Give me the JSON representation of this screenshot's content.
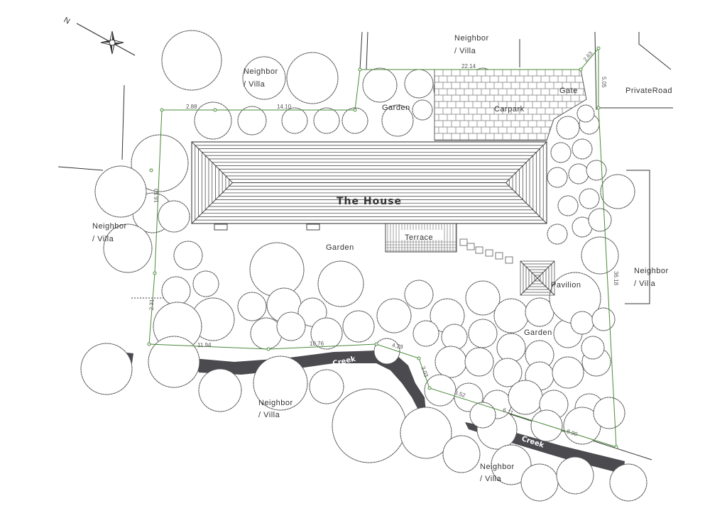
{
  "labels": {
    "house": "The House",
    "terrace": "Terrace",
    "pavilion": "Pavilion",
    "carpark": "Carpark",
    "gate": "Gate",
    "private_road": "PrivateRoad",
    "garden_north": "Garden",
    "garden_west": "Garden",
    "garden_east": "Garden",
    "creek_1": "Creek",
    "creek_2": "Creek",
    "neighbor_north_1": [
      "Neighbor",
      "/ Villa"
    ],
    "neighbor_north_2": [
      "Neighbor",
      "/ Villa"
    ],
    "neighbor_west": [
      "Neighbor",
      "/ Villa"
    ],
    "neighbor_east": [
      "Neighbor",
      "/ Villa"
    ],
    "neighbor_south_1": [
      "Neighbor",
      "/ Villa"
    ],
    "neighbor_south_2": [
      "Neighbor",
      "/ Villa"
    ]
  },
  "dimensions": {
    "north_1": "14.10",
    "north_2": "22.14",
    "northeast": "2.63",
    "east_top": "5.05",
    "east": "36.18",
    "west": "16.50",
    "west_small": "2.88",
    "southwest": "2.31",
    "south_1": "11.94",
    "south_2": "10.76",
    "south_3": "4.29",
    "south_4": "3.03",
    "south_5": "3.52",
    "south_6": "6.11",
    "south_7": "8.90"
  },
  "north_arrow": {
    "letter": "N",
    "icon": "compass-rose"
  },
  "colors": {
    "plot_line": "#4a8a3a",
    "creek": "#4a4a4f",
    "ink": "#333333"
  }
}
